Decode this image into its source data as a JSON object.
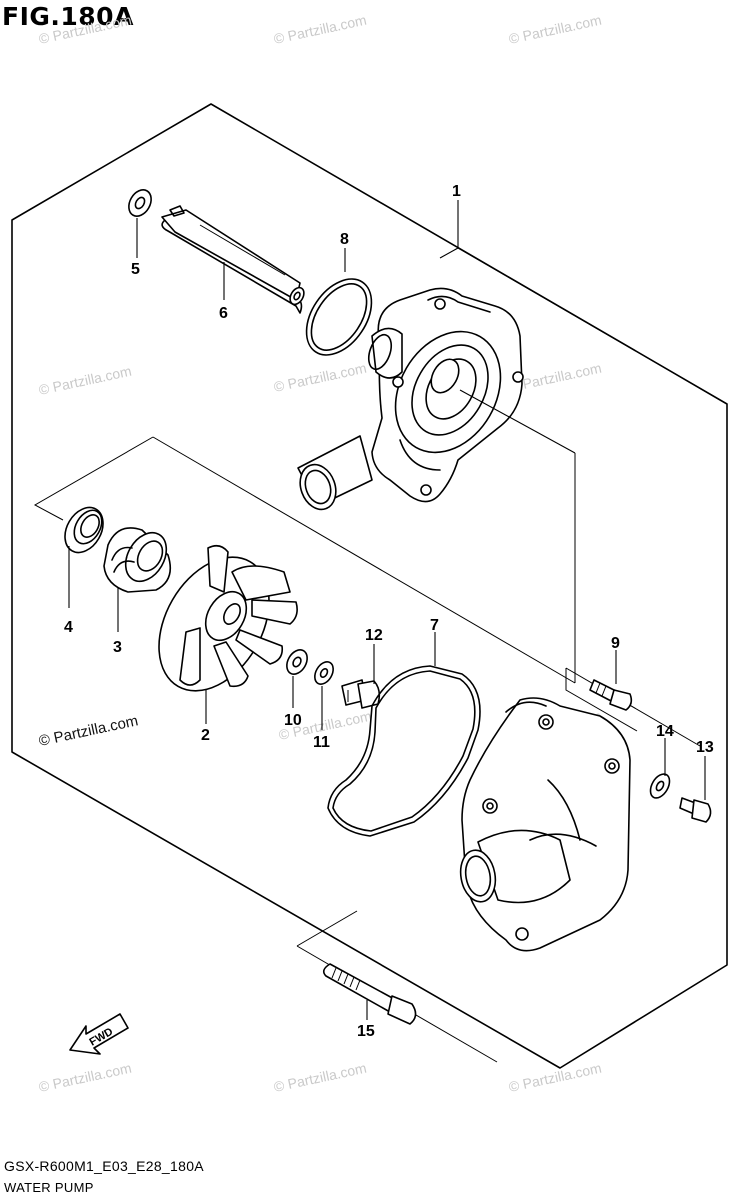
{
  "figure": {
    "title": "FIG.180A",
    "footer_code": "GSX-R600M1_E03_E28_180A",
    "footer_name": "WATER PUMP"
  },
  "watermark": {
    "small": "© Partzilla.com",
    "large": "© Partzilla.com"
  },
  "direction_arrow": "FWD",
  "callouts": [
    "1",
    "2",
    "3",
    "4",
    "5",
    "6",
    "7",
    "8",
    "9",
    "10",
    "11",
    "12",
    "13",
    "14",
    "15"
  ]
}
